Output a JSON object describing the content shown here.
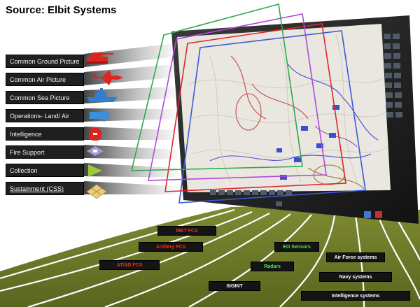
{
  "source_label": "Source: Elbit Systems",
  "layers": [
    {
      "label": "Common Ground Picture",
      "icon": "tank-icon",
      "color": "#e0231c"
    },
    {
      "label": "Common Air Picture",
      "icon": "aircraft-icon",
      "color": "#e0231c"
    },
    {
      "label": "Common Sea Picture",
      "icon": "ship-icon",
      "color": "#2f7fd0"
    },
    {
      "label": "Operations- Land/ Air",
      "icon": "arrow-icon",
      "color": "#3b8fdc"
    },
    {
      "label": "Intelligence",
      "icon": "octagon-icon",
      "color": "#e0231c"
    },
    {
      "label": "Fire Support",
      "icon": "square-icon",
      "color": "#a89ad8"
    },
    {
      "label": "Collection",
      "icon": "triangle-icon",
      "color": "#9bc93a"
    },
    {
      "label": "Sustainment",
      "label_suffix": " (CSS)",
      "icon": "grid-icon",
      "color": "#e8cc7a"
    }
  ],
  "systems": [
    {
      "label": "MBT FCS",
      "color": "red"
    },
    {
      "label": "Artillery FCS",
      "color": "red"
    },
    {
      "label": "AT/AD FCS",
      "color": "red"
    },
    {
      "label": "EO Sensors",
      "color": "green"
    },
    {
      "label": "Radars",
      "color": "green"
    },
    {
      "label": "SIGINT",
      "color": "white"
    },
    {
      "label": "Air Force systems",
      "color": "white"
    },
    {
      "label": "Navy systems",
      "color": "white"
    },
    {
      "label": "Intelligence systems",
      "color": "white"
    }
  ],
  "colors": {
    "ground": "#6e7a2a",
    "road_line": "#ffffff",
    "frame_green": "#2daa4f",
    "frame_purple": "#b04ad8",
    "frame_red": "#e0262a",
    "frame_blue": "#3a5ad8",
    "screen": "#ecebe6",
    "bezel": "#2a2a2a"
  }
}
